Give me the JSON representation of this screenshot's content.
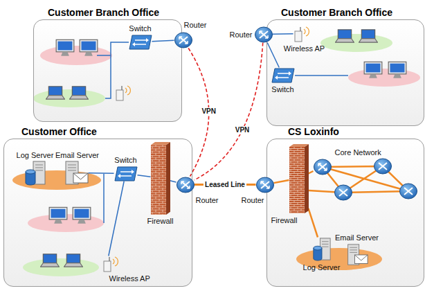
{
  "diagram": {
    "nodes": [
      {
        "text": [
          "Customer Branch Office"
        ]
      },
      {
        "text": [
          "Switch"
        ],
        "in": 0
      },
      {
        "text": [
          "Router"
        ],
        "in": 0
      },
      {
        "text": [
          "Customer Branch Office"
        ]
      },
      {
        "text": [
          "Router"
        ],
        "in": 3
      },
      {
        "text": [
          "Wireless AP"
        ],
        "in": 3
      },
      {
        "text": [
          "Switch"
        ],
        "in": 3
      },
      {
        "text": [
          "Customer Office"
        ]
      },
      {
        "text": [
          "Log Server"
        ],
        "in": 7
      },
      {
        "text": [
          "Email Server"
        ],
        "in": 7
      },
      {
        "text": [
          "Switch"
        ],
        "in": 7
      },
      {
        "text": [
          "Firewall"
        ],
        "in": 7
      },
      {
        "text": [
          "Router"
        ],
        "in": 7
      },
      {
        "text": [
          "Wireless AP"
        ],
        "in": 7
      },
      {
        "text": [
          "CS Loxinfo"
        ]
      },
      {
        "text": [
          "Router"
        ],
        "in": 14
      },
      {
        "text": [
          "Firewall"
        ],
        "in": 14
      },
      {
        "text": [
          "Core Network"
        ],
        "in": 14
      },
      {
        "text": [
          "Log Server"
        ],
        "in": 14
      },
      {
        "text": [
          "Email Server"
        ],
        "in": 14
      }
    ],
    "edges": [
      {
        "from": 1,
        "to": 2,
        "arrow": "none"
      },
      {
        "from": 4,
        "to": 5,
        "arrow": "none"
      },
      {
        "from": 4,
        "to": 6,
        "arrow": "none"
      },
      {
        "from": 10,
        "to": 9,
        "arrow": "none"
      },
      {
        "from": 10,
        "to": 13,
        "arrow": "none"
      },
      {
        "from": 10,
        "to": 11,
        "arrow": "none"
      },
      {
        "from": 11,
        "to": 12,
        "arrow": "none"
      },
      {
        "from": 2,
        "to": 12,
        "label": "VPN",
        "arrow": "none"
      },
      {
        "from": 4,
        "to": 12,
        "label": "VPN",
        "arrow": "none"
      },
      {
        "from": 12,
        "to": 15,
        "label": "Leased Line",
        "arrow": "none"
      },
      {
        "from": 15,
        "to": 16,
        "arrow": "none"
      },
      {
        "from": 16,
        "to": 17,
        "arrow": "none"
      },
      {
        "from": 16,
        "to": 18,
        "arrow": "none"
      }
    ]
  }
}
